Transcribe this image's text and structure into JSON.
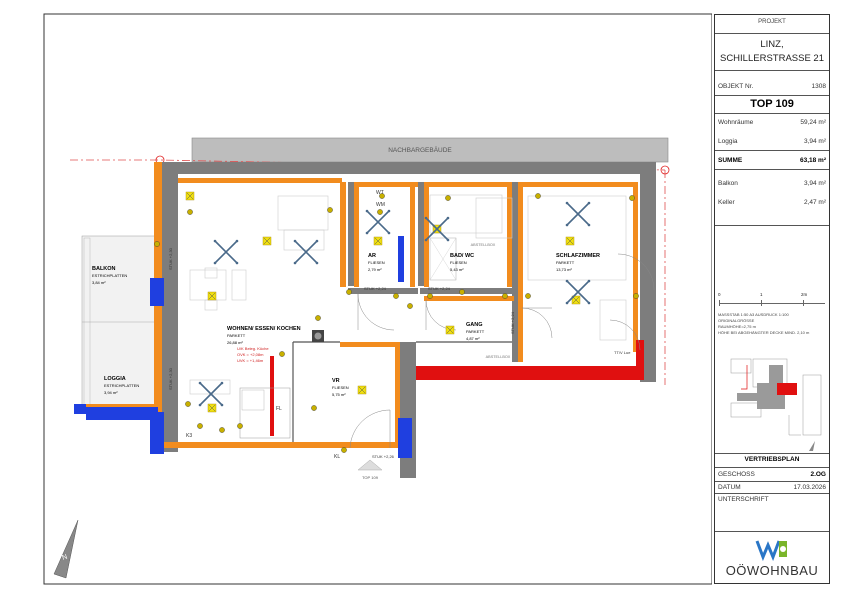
{
  "rooms": [
    {
      "name": "BALKON",
      "floor": "ESTRICHPLATTEN",
      "area": "3,84 m²"
    },
    {
      "name": "LOGGIA",
      "floor": "ESTRICHPLATTEN",
      "area": "3,94 m²"
    },
    {
      "name": "WOHNEN/ ESSEN/ KOCHEN",
      "floor": "PARKETT",
      "area": "26,88 m²"
    },
    {
      "name": "AR",
      "floor": "FLIESEN",
      "area": "2,79 m²"
    },
    {
      "name": "BAD/ WC",
      "floor": "FLIESEN",
      "area": "5,43 m²"
    },
    {
      "name": "SCHLAFZIMMER",
      "floor": "PARKETT",
      "area": "13,73 m²"
    },
    {
      "name": "GANG",
      "floor": "PARKETT",
      "area": "4,87 m²"
    },
    {
      "name": "VR",
      "floor": "FLIESEN",
      "area": "5,75 m²"
    }
  ],
  "labels": {
    "neighbour": "NACHBARGEBÄUDE",
    "top_tag": "TOP 109",
    "stuk_1": "STUK +2,24",
    "stuk_2": "STUK +2,24",
    "stuk_3": "STUK +2,24",
    "stuk_4": "STUK +2,30",
    "stuk_5": "STUK +2,30",
    "stuk_6": "STUK +2,26",
    "wt": "WT",
    "wm": "WM",
    "abstell": "ABSTELLBOX",
    "kitchen_note_1": "U/K Beleg. Küche",
    "kitchen_note_2": "OVK = +2,08m",
    "kitchen_note_3": "UVK = +1,46m",
    "k3": "K3",
    "fl": "FL",
    "ttv": "TT/V Lue",
    "kl": "KL"
  },
  "titleblock": {
    "projekt_label": "PROJEKT",
    "city": "LINZ,",
    "street": "SCHILLERSTRASSE 21",
    "objekt_label": "OBJEKT Nr.",
    "objekt_nr": "1308",
    "top": "TOP 109",
    "areas": [
      {
        "label": "Wohnräume",
        "value": "59,24 m²",
        "bold": false
      },
      {
        "label": "Loggia",
        "value": "3,94 m²",
        "bold": false
      },
      {
        "label": "SUMME",
        "value": "63,18 m²",
        "bold": true
      },
      {
        "label": "Balkon",
        "value": "3,94 m²",
        "bold": false
      },
      {
        "label": "Keller",
        "value": "2,47 m²",
        "bold": false
      }
    ],
    "scale_ticks": [
      "0",
      "1",
      "2m"
    ],
    "massstab_label": "MASSSTAB",
    "massstab": "1:50",
    "a3": "A3",
    "ausdruck": "AUSDRUCK",
    "scale_txt": "1:100",
    "note_1": "ORIGINALGRÖSSE",
    "note_2": "RAUMHÖHE=2,75 m",
    "note_3": "HÖHE BEI ABGEHÄNGTER DECKE MIND. 2,10 m",
    "plan_type": "VERTRIEBSPLAN",
    "geschoss_label": "GESCHOSS",
    "geschoss": "2.OG",
    "datum_label": "DATUM",
    "datum": "17.03.2026",
    "unterschrift_label": "UNTERSCHRIFT",
    "brand": "OÖWOHNBAU"
  },
  "colors": {
    "wall": "#7d7d7d",
    "insulation": "#f28c1e",
    "window_blue": "#1f3fe0",
    "red_wall": "#e01010",
    "lamp": "#f0e010",
    "socket": "#c8b000",
    "logo_blue": "#2a76c6",
    "logo_green": "#7ab52a"
  }
}
